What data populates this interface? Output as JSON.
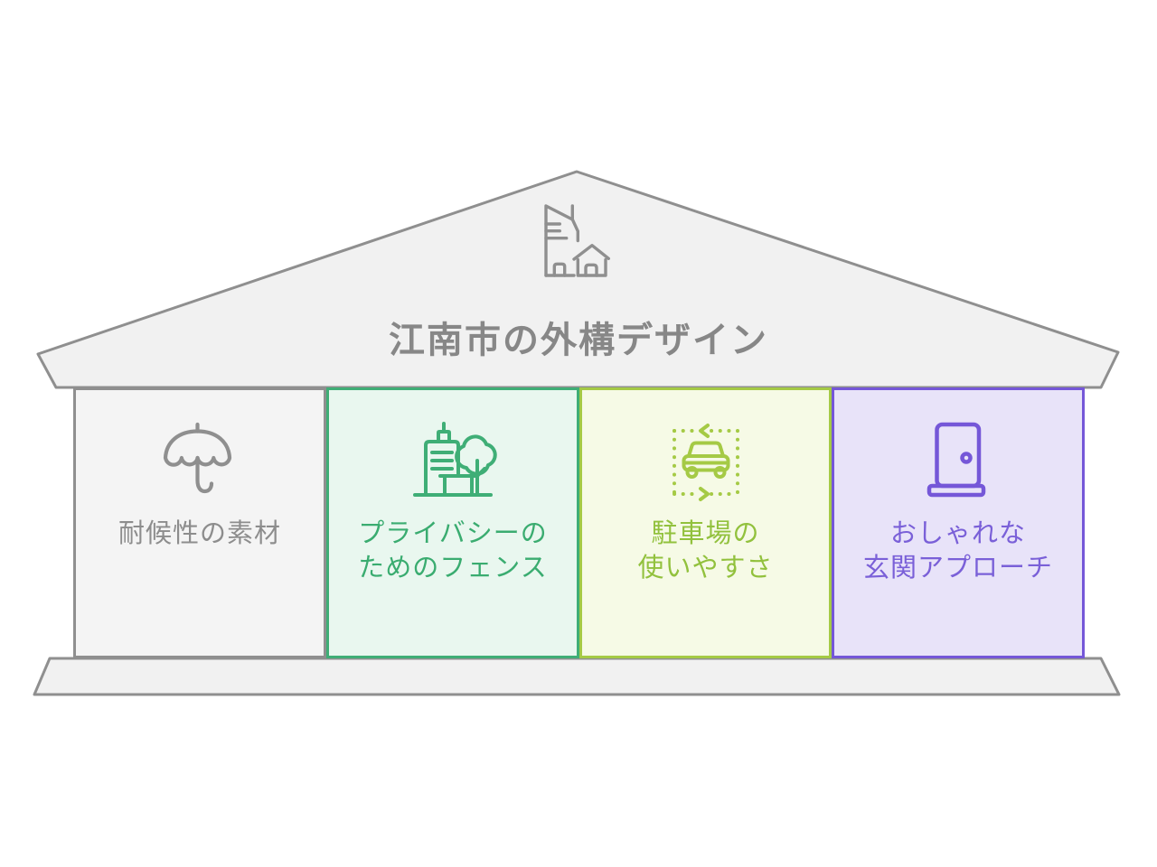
{
  "theme": {
    "outline_gray": "#8f8f8f",
    "panel_fill": "#f1f1f1",
    "title_color": "#878787",
    "page_bg": "#ffffff"
  },
  "roof": {
    "title": "江南市の外構デザイン",
    "icon": "building-and-house-icon"
  },
  "pillars": [
    {
      "id": "weatherproof-materials",
      "icon": "umbrella-icon",
      "line1": "耐候性の素材",
      "line2": "",
      "accent": "#8f8f8f",
      "text_color": "#8d8d8d",
      "bg": "#f4f4f4"
    },
    {
      "id": "privacy-fence",
      "icon": "building-and-tree-icon",
      "line1": "プライバシーの",
      "line2": "ためのフェンス",
      "accent": "#3fae76",
      "text_color": "#3aac70",
      "bg": "#e9f7ef"
    },
    {
      "id": "parking-usability",
      "icon": "car-maneuver-icon",
      "line1": "駐車場の",
      "line2": "使いやすさ",
      "accent": "#a5ca45",
      "text_color": "#92c13d",
      "bg": "#f6fae6"
    },
    {
      "id": "stylish-entrance",
      "icon": "door-icon",
      "line1": "おしゃれな",
      "line2": "玄関アプローチ",
      "accent": "#7557d8",
      "text_color": "#7a60d8",
      "bg": "#e8e3f9"
    }
  ]
}
